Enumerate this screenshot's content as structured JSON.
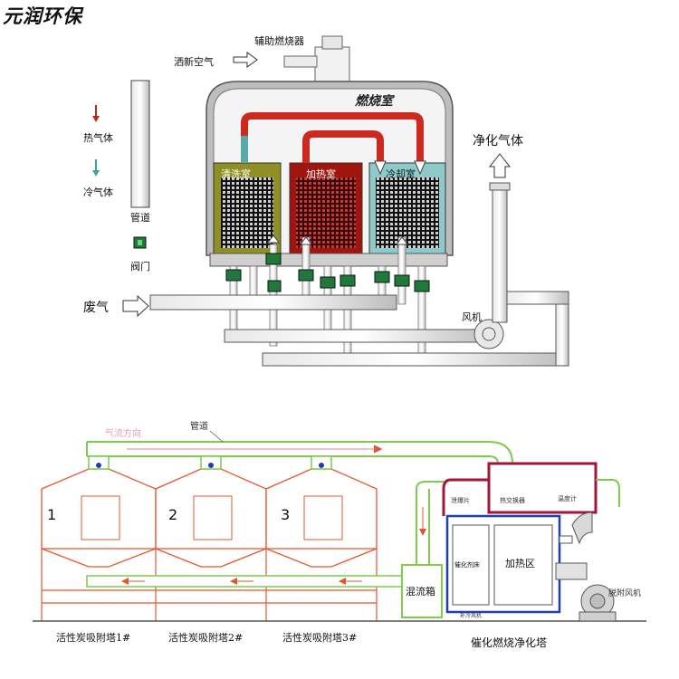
{
  "brand": "元润环保",
  "top": {
    "burner": "辅助燃烧器",
    "fresh_air": "洒新空气",
    "combustion": "燃烧室",
    "clean_gas": "净化气体",
    "wash_room": "清洗室",
    "heat_room": "加热室",
    "cool_room": "冷却室",
    "exhaust": "废气",
    "fan": "风机",
    "legend": {
      "hot_gas": "热气体",
      "cold_gas": "冷气体",
      "pipe": "管道",
      "valve": "阀门"
    }
  },
  "bottom": {
    "flow_dir": "气流方向",
    "pipe": "管道",
    "towers": [
      {
        "num": "1",
        "label": "活性炭吸附塔1#"
      },
      {
        "num": "2",
        "label": "活性炭吸附塔2#"
      },
      {
        "num": "3",
        "label": "活性炭吸附塔3#"
      }
    ],
    "mix_box": "混流箱",
    "heat_zone": "加热区",
    "exchanger": "热交换器",
    "catalyst": "催化剂床",
    "cat_tower": "催化燃烧净化塔",
    "desorb_fan": "脱附风机",
    "blast_plate": "泄爆片",
    "temp": "温度计",
    "fan_small": "补冷风机"
  },
  "colors": {
    "hot": "#cc2a1e",
    "cold": "#3fa39a",
    "green_pipe": "#7ccd4a",
    "red_line": "#e4572e",
    "dark_red": "#a0163a",
    "blue": "#1f3fb7"
  }
}
